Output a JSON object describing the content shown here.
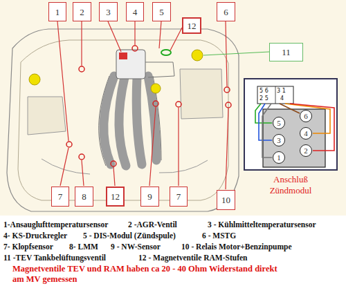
{
  "diagram": {
    "nodes": [
      {
        "text": [
          "1"
        ]
      },
      {
        "text": [
          "2"
        ]
      },
      {
        "text": [
          "3"
        ]
      },
      {
        "text": [
          "4"
        ]
      },
      {
        "text": [
          "5"
        ]
      },
      {
        "text": [
          "6"
        ]
      },
      {
        "text": [
          "12"
        ]
      },
      {
        "text": [
          "11"
        ]
      },
      {
        "text": [
          "Anschluß Zündmodul"
        ]
      },
      {
        "text": [
          "5"
        ],
        "in": 8
      },
      {
        "text": [
          "6"
        ],
        "in": 8
      },
      {
        "text": [
          "3"
        ],
        "in": 8
      },
      {
        "text": [
          "4"
        ],
        "in": 8
      },
      {
        "text": [
          "1"
        ],
        "in": 8
      },
      {
        "text": [
          "2"
        ],
        "in": 8
      },
      {
        "text": [
          "7"
        ]
      },
      {
        "text": [
          "8"
        ]
      },
      {
        "text": [
          "12"
        ]
      },
      {
        "text": [
          "9"
        ]
      },
      {
        "text": [
          "7"
        ]
      },
      {
        "text": [
          "10"
        ]
      }
    ],
    "labels": [
      "5 6",
      "3 1",
      "2 5",
      "4",
      "1-Ansauglufttemperatursensor",
      "2 -AGR-Ventil",
      "3 - Kühlmitteltemperatursensor",
      "4- KS-Druckregler",
      "5 - DIS-Modul (Zündspule)",
      "6 - MSTG",
      "7- Klopfsensor",
      "8- LMM",
      "9 - NW-Sensor",
      "10 - Relais Motor+Benzinpumpe",
      "11 -TEV Tankbelüftungsventil",
      "12 - Magnetventile RAM-Stufen",
      "Magnetventile TEV und RAM haben ca 20 - 40 Ohm Widerstand direkt am MV gemessen"
    ]
  }
}
